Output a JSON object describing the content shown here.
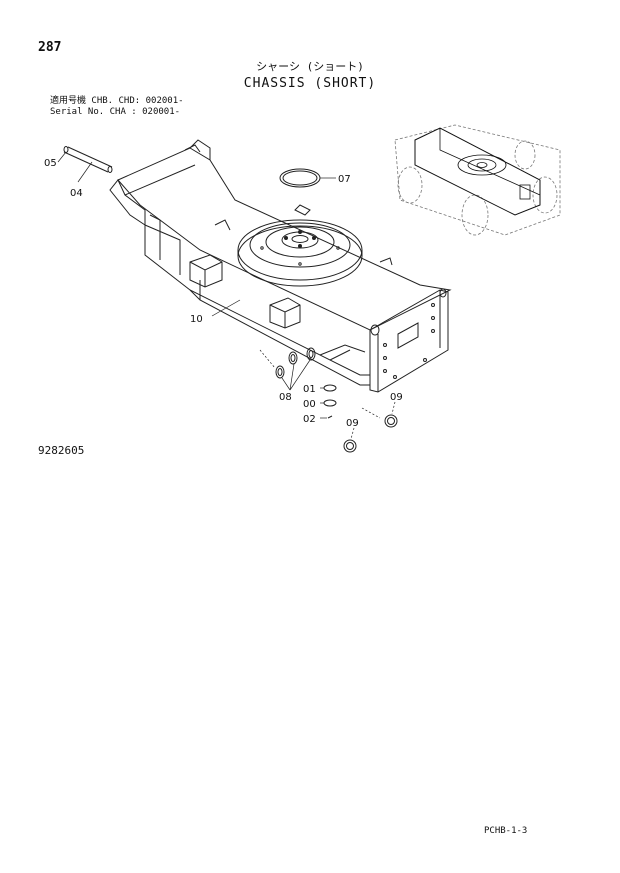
{
  "header": {
    "page_number": "287",
    "title_jp": "シャーシ (ショート)",
    "title_en": "CHASSIS (SHORT)",
    "serial_line_1": "適用号機  CHB. CHD: 002001-",
    "serial_line_2": "Serial No. CHA     : 020001-"
  },
  "callouts": {
    "p05": "05",
    "p04": "04",
    "p07": "07",
    "p10": "10",
    "p01": "01",
    "p00": "00",
    "p02": "02",
    "p08": "08",
    "p09a": "09",
    "p09b": "09"
  },
  "footer": {
    "drawing_number": "9282605",
    "page_code": "PCHB-1-3"
  }
}
